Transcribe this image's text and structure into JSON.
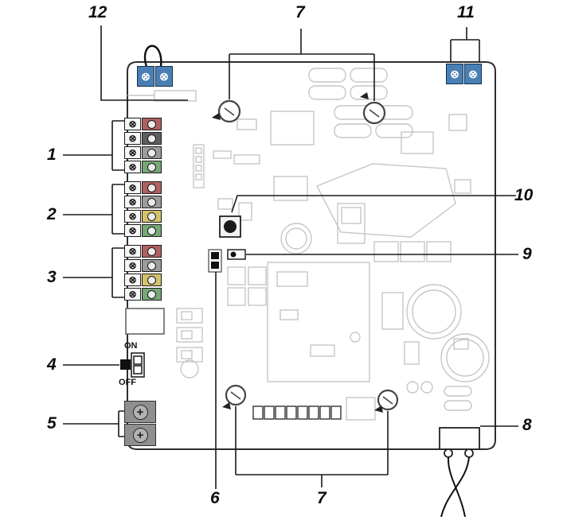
{
  "diagram": {
    "description": "control board callout diagram",
    "callouts": {
      "n1": "1",
      "n2": "2",
      "n3": "3",
      "n4": "4",
      "n5": "5",
      "n6": "6",
      "n7": "7",
      "n8": "8",
      "n9": "9",
      "n10": "10",
      "n11": "11",
      "n12": "12"
    },
    "switch": {
      "on_label": "ON",
      "off_label": "OFF"
    },
    "glyphs": {
      "screw": "⊗",
      "phillips": "+"
    },
    "colors": {
      "terminal_blue": "#4a7fb5",
      "screw_terminal_grey": "#8f8f8f",
      "board_outline": "#2e2e2e",
      "component_outline": "#c6c6c6",
      "leader_line": "#1a1a1a"
    },
    "terminals": {
      "group1": [
        "#b0605f",
        "#5e5e5e",
        "#9c9c9c",
        "#74a874"
      ],
      "group2": [
        "#b0605f",
        "#9c9c9c",
        "#d4c26a",
        "#74a874"
      ],
      "group3": [
        "#b0605f",
        "#9c9c9c",
        "#d4c26a",
        "#74a874"
      ]
    }
  }
}
